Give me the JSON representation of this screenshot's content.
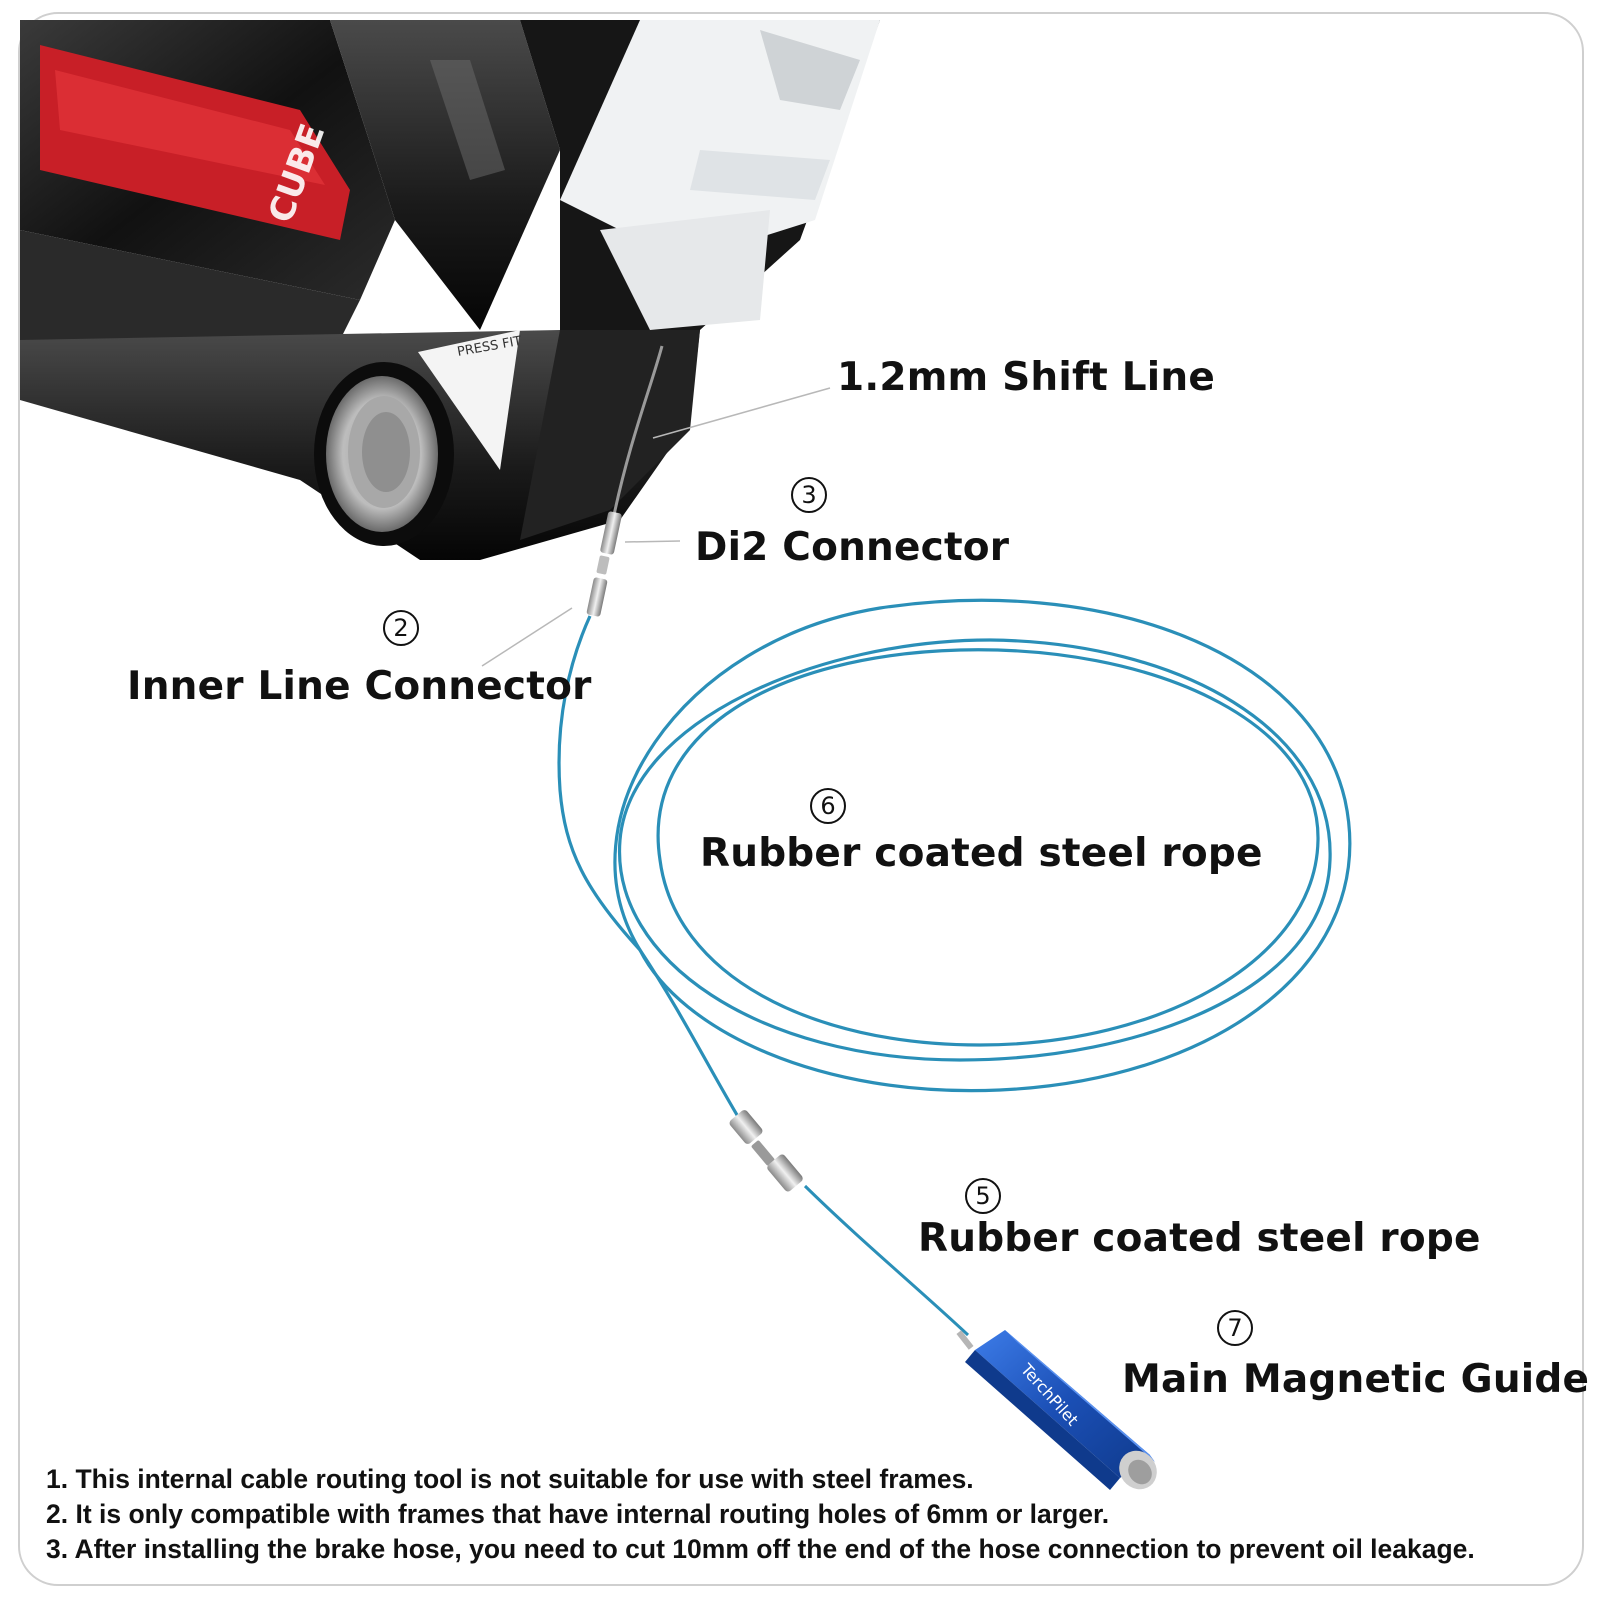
{
  "callouts": {
    "shift_line": {
      "label": "1.2mm Shift Line"
    },
    "di2_connector": {
      "number": "3",
      "label": "Di2 Connector"
    },
    "inner_line_connector": {
      "number": "2",
      "label": "Inner Line Connector"
    },
    "rope_large": {
      "number": "6",
      "label": "Rubber coated steel rope"
    },
    "rope_small": {
      "number": "5",
      "label": "Rubber coated steel rope"
    },
    "magnetic_guide": {
      "number": "7",
      "label": "Main Magnetic Guide"
    }
  },
  "frame": {
    "bb_sticker_text": "PRESS FIT",
    "decal_text": "CUBE"
  },
  "tool": {
    "brand_text": "TerchPilet"
  },
  "notes": [
    "1. This internal cable routing tool is not suitable for use with steel frames.",
    "2. It is only compatible with frames that have internal routing holes of 6mm or larger.",
    "3. After installing the brake hose, you need to cut 10mm off the end of the hose connection to prevent oil leakage."
  ],
  "colors": {
    "frame_black": "#1a1a1a",
    "frame_red": "#d3242b",
    "frame_white": "#f2f4f5",
    "rope_blue": "#2a8fb8",
    "guide_blue": "#1f5ec8",
    "metal": "#c9c9c9"
  }
}
